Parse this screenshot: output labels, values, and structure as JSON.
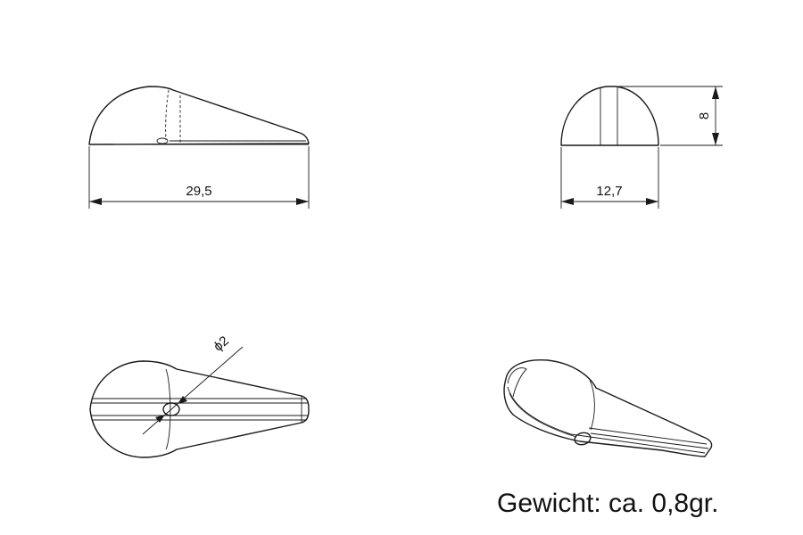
{
  "dimensions": {
    "length": "29,5",
    "width": "12,7",
    "height": "8",
    "hole_diameter": "2",
    "diameter_symbol": "ϕ"
  },
  "caption": "Gewicht: ca. 0,8gr."
}
